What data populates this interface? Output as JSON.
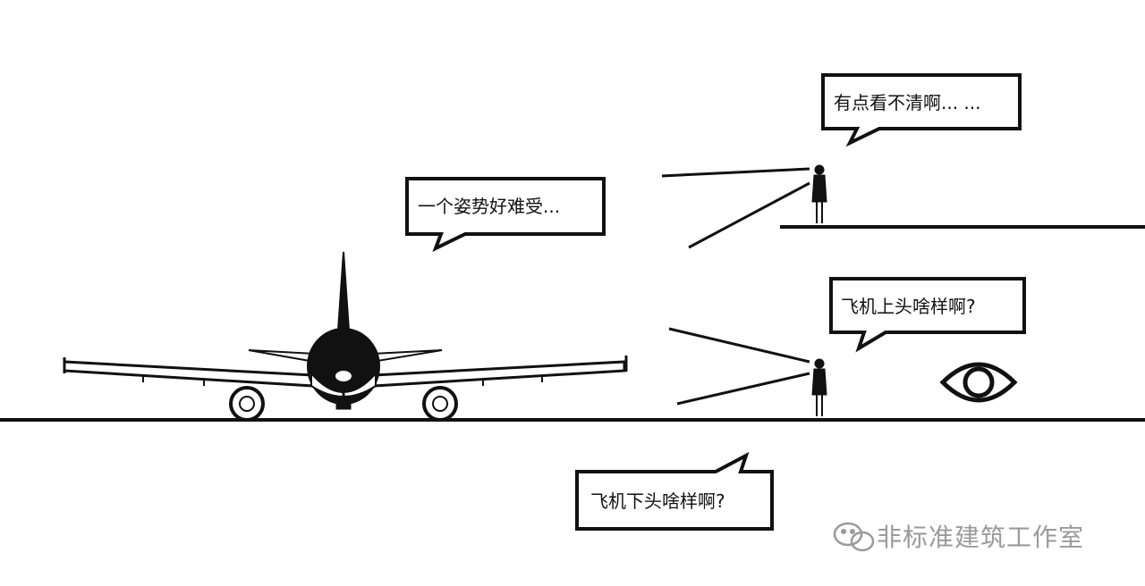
{
  "bubbles": {
    "pose": "一个姿势好难受...",
    "unclear": "有点看不清啊... ...",
    "above": "飞机上头啥样啊?",
    "below": "飞机下头啥样啊?"
  },
  "watermark": {
    "text": "非标准建筑工作室",
    "icon": "wechat-icon"
  },
  "icons": {
    "eye": "eye-icon"
  },
  "colors": {
    "line": "#111111",
    "watermark": "#9a9a9a"
  }
}
